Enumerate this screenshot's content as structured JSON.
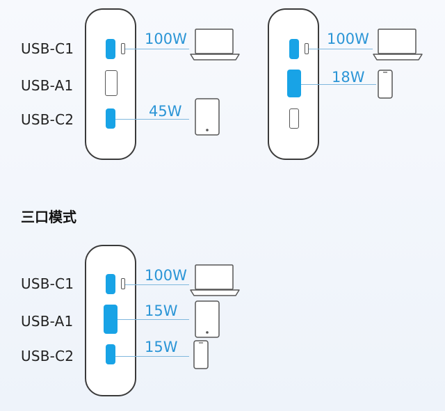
{
  "diagram_top_left": {
    "ports": [
      "USB-C1",
      "USB-A1",
      "USB-C2"
    ],
    "outputs": [
      {
        "port": "USB-C1",
        "watt": "100W",
        "device": "laptop-icon"
      },
      {
        "port": "USB-C2",
        "watt": "45W",
        "device": "tablet-icon"
      }
    ]
  },
  "diagram_top_right": {
    "outputs": [
      {
        "port": "USB-C1",
        "watt": "100W",
        "device": "laptop-icon"
      },
      {
        "port": "USB-A1",
        "watt": "18W",
        "device": "phone-icon"
      }
    ]
  },
  "section_title": "三口模式",
  "diagram_bottom": {
    "ports": [
      "USB-C1",
      "USB-A1",
      "USB-C2"
    ],
    "outputs": [
      {
        "port": "USB-C1",
        "watt": "100W",
        "device": "laptop-icon"
      },
      {
        "port": "USB-A1",
        "watt": "15W",
        "device": "tablet-icon"
      },
      {
        "port": "USB-C2",
        "watt": "15W",
        "device": "phone-icon"
      }
    ]
  },
  "colors": {
    "port_active": "#18a3e6",
    "watt_text": "#2b95d6",
    "cable": "#7fb7dd"
  }
}
